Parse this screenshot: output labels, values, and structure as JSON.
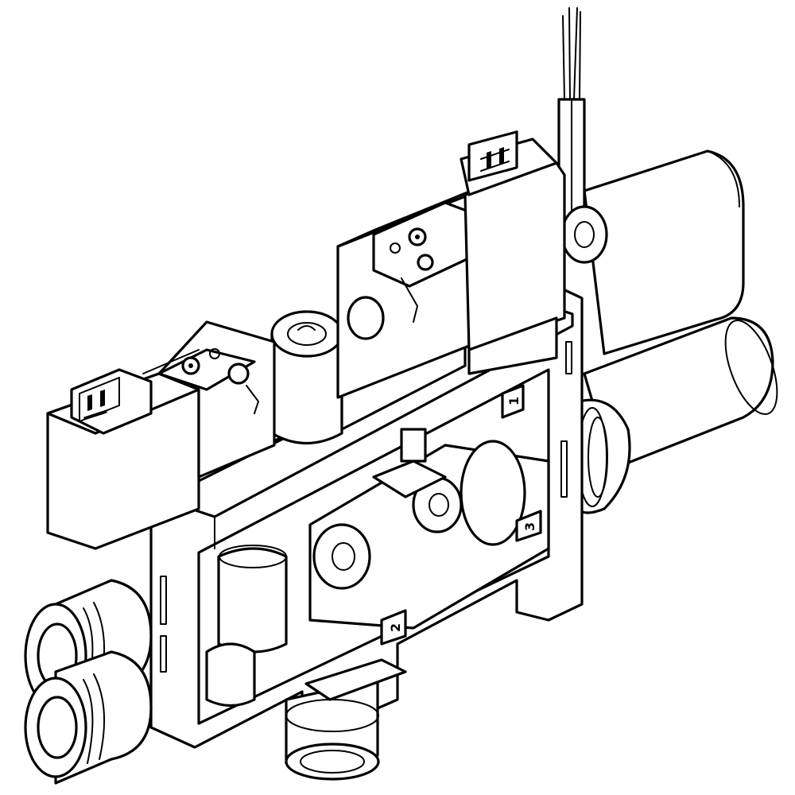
{
  "diagram": {
    "type": "technical-line-drawing",
    "subject": "pneumatic solenoid valve manifold assembly (isometric view)",
    "colors": {
      "line": "#000000",
      "background": "#ffffff"
    },
    "port_labels": [
      {
        "id": "port-1",
        "text": "1"
      },
      {
        "id": "port-3",
        "text": "3"
      },
      {
        "id": "port-2",
        "text": "2"
      }
    ],
    "components": [
      {
        "name": "solenoid-coil-left",
        "count": 1
      },
      {
        "name": "solenoid-coil-right",
        "count": 1
      },
      {
        "name": "electrical-connector",
        "count": 2
      },
      {
        "name": "cable-with-two-wires",
        "count": 1
      },
      {
        "name": "push-in-fitting-front",
        "count": 2
      },
      {
        "name": "push-in-fitting-bottom",
        "count": 1
      },
      {
        "name": "silencer-cylinder-rear",
        "count": 2
      },
      {
        "name": "manifold-frame",
        "count": 1
      }
    ]
  }
}
